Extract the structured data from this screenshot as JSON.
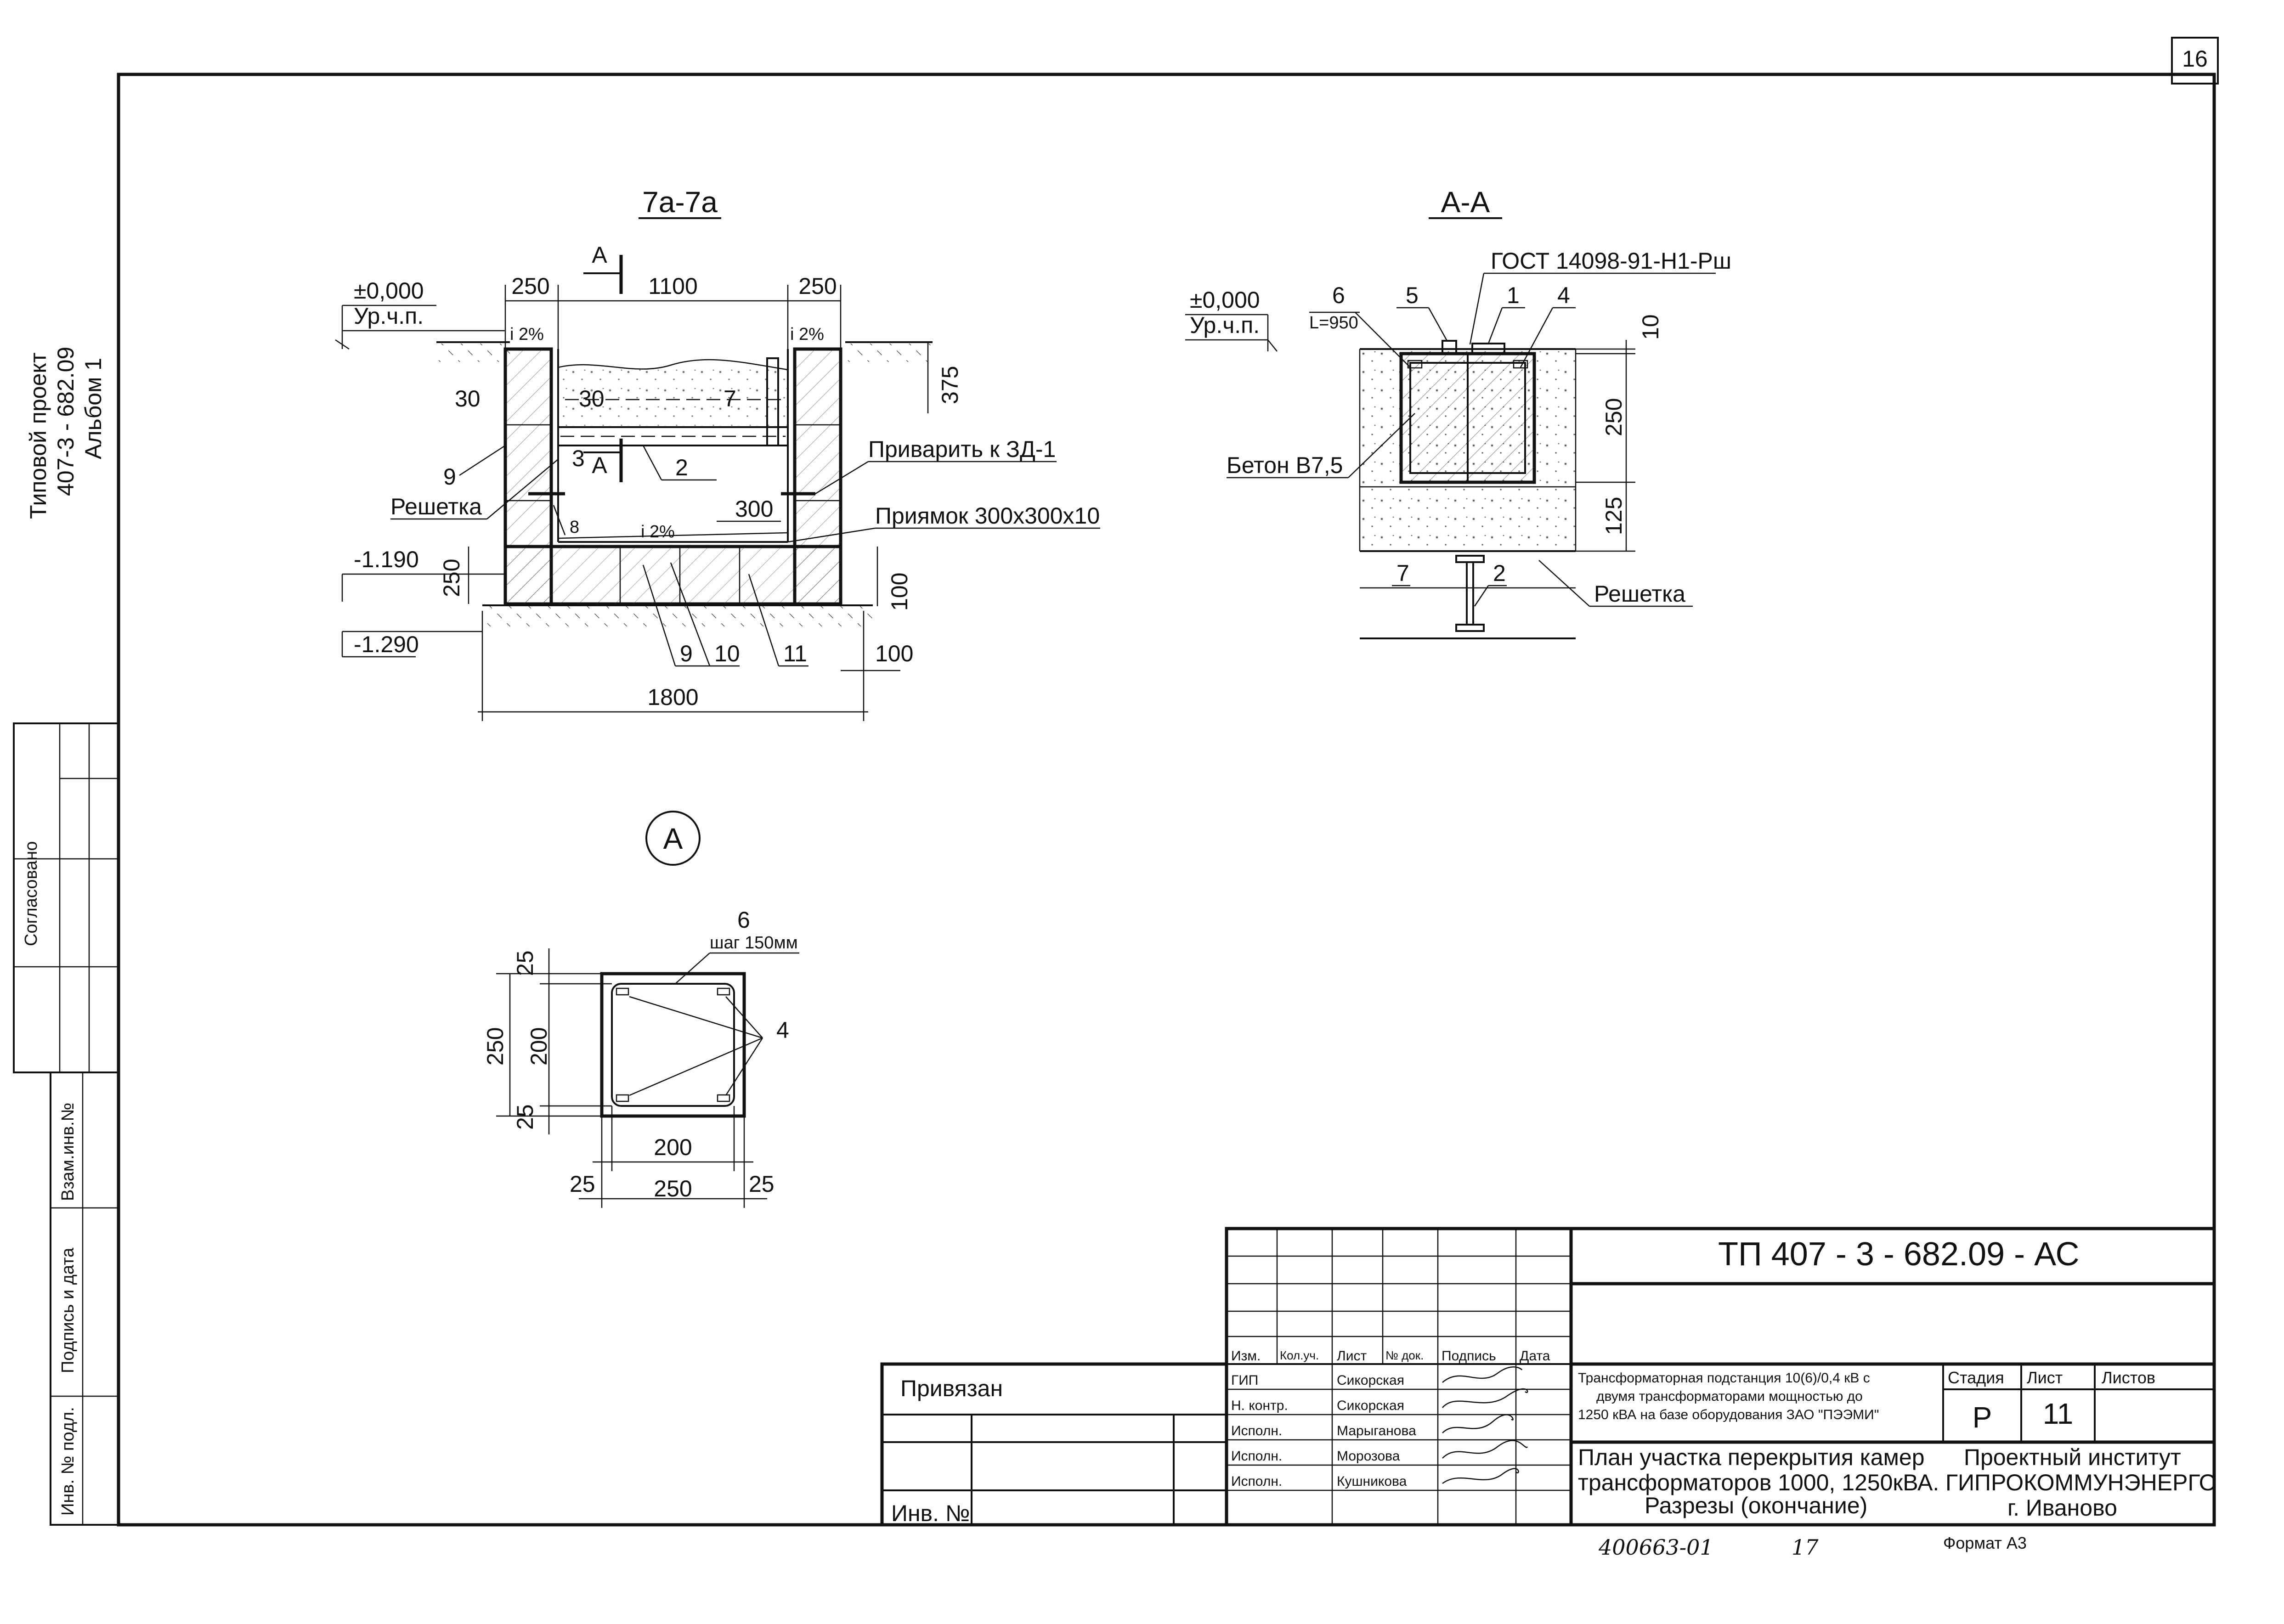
{
  "sheet": {
    "sheet_no": "16",
    "side_project": [
      "Типовой проект",
      "407-3 - 682.09",
      "Альбом 1"
    ],
    "agreed_label": "Согласовано",
    "side_cells": {
      "inv_swap": "Взам.инв.№",
      "sign_date": "Подпись и дата",
      "inv_orig": "Инв. № подл."
    }
  },
  "section_7a": {
    "title": "7а-7а",
    "levels": {
      "zero": "±0,000",
      "floor": "Ур.ч.п.",
      "l1": "-1.190",
      "l2": "-1.290"
    },
    "cut_mark": "А",
    "dims": {
      "w250a": "250",
      "w1100": "1100",
      "w250b": "250",
      "d375": "375",
      "d30a": "30",
      "d30b": "30",
      "d300": "300",
      "d250": "250",
      "d100v": "100",
      "d100h": "100",
      "w1800": "1800"
    },
    "slope": "i 2%",
    "callouts": {
      "n7": "7",
      "n2": "2",
      "n3": "3",
      "n8": "8",
      "n9a": "9",
      "n9b": "9",
      "n10": "10",
      "n11": "11"
    },
    "notes": {
      "weld": "Приварить к ЗД-1",
      "pit": "Приямок 300х300х10",
      "grate": "Решетка"
    }
  },
  "section_aa": {
    "title": "А-А",
    "levels": {
      "zero": "±0,000",
      "floor": "Ур.ч.п."
    },
    "gost": "ГОСТ 14098-91-Н1-Рш",
    "callouts": {
      "n6": "6",
      "len": "L=950",
      "n5": "5",
      "n1": "1",
      "n4": "4",
      "n7": "7",
      "n2": "2"
    },
    "dims": {
      "d10": "10",
      "d250": "250",
      "d125": "125"
    },
    "notes": {
      "concrete": "Бетон В7,5",
      "grate": "Решетка"
    }
  },
  "detail_a": {
    "mark": "А",
    "callouts": {
      "n6": "6",
      "step": "шаг 150мм",
      "n4": "4"
    },
    "dims": {
      "v25a": "25",
      "v200": "200",
      "v25b": "25",
      "v250": "250",
      "h200": "200",
      "h25a": "25",
      "h250": "250",
      "h25b": "25"
    }
  },
  "title_block": {
    "code": "ТП   407 - 3 - 682.09 -  АС",
    "bound": "Привязан",
    "inv_no": "Инв. №",
    "headers": [
      "Изм.",
      "Кол.уч.",
      "Лист",
      "№ док.",
      "Подпись",
      "Дата"
    ],
    "roles": [
      {
        "role": "ГИП",
        "name": "Сикорская"
      },
      {
        "role": "Н. контр.",
        "name": "Сикорская"
      },
      {
        "role": "Исполн.",
        "name": "Марыганова"
      },
      {
        "role": "Исполн.",
        "name": "Морозова"
      },
      {
        "role": "Исполн.",
        "name": "Кушникова"
      }
    ],
    "project_desc": [
      "Трансформаторная подстанция 10(6)/0,4 кВ с",
      "двумя трансформаторами мощностью до",
      "1250 кВА на базе оборудования ЗАО \"ПЭЭМИ\""
    ],
    "drawing_title": [
      "План участка перекрытия камер",
      "трансформаторов 1000, 1250кВА.",
      "Разрезы (окончание)"
    ],
    "stage_label": "Стадия",
    "sheet_label": "Лист",
    "sheets_label": "Листов",
    "stage": "Р",
    "sheet": "11",
    "sheets": "",
    "org": [
      "Проектный институт",
      "ГИПРОКОММУНЭНЕРГО",
      "г. Иваново"
    ],
    "handwritten": "400663-01",
    "handwritten_page": "17",
    "format": "Формат А3"
  }
}
